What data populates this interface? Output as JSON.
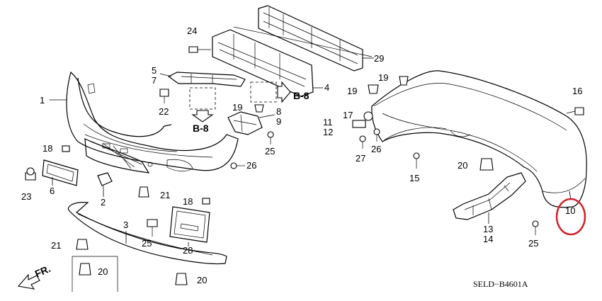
{
  "callouts": {
    "c1": "1",
    "c2": "2",
    "c3": "3",
    "c4": "4",
    "c5": "5",
    "c6": "6",
    "c7": "7",
    "c8": "8",
    "c9": "9",
    "c10": "10",
    "c11": "11",
    "c12": "12",
    "c13": "13",
    "c14": "14",
    "c15": "15",
    "c16": "16",
    "c17": "17",
    "c18a": "18",
    "c18b": "18",
    "c19a": "19",
    "c19b": "19",
    "c19c": "19",
    "c20a": "20",
    "c20b": "20",
    "c20c": "20",
    "c21a": "21",
    "c21b": "21",
    "c22": "22",
    "c23": "23",
    "c24": "24",
    "c25a": "25",
    "c25b": "25",
    "c26a": "26",
    "c26b": "26",
    "c27": "27",
    "c28": "28",
    "c29": "29"
  },
  "refs": {
    "b8_left": "B-8",
    "b8_right": "B-8"
  },
  "front_marker": "FR.",
  "diagram_code": "SELD−B4601A",
  "highlight_color": "#d0202a"
}
